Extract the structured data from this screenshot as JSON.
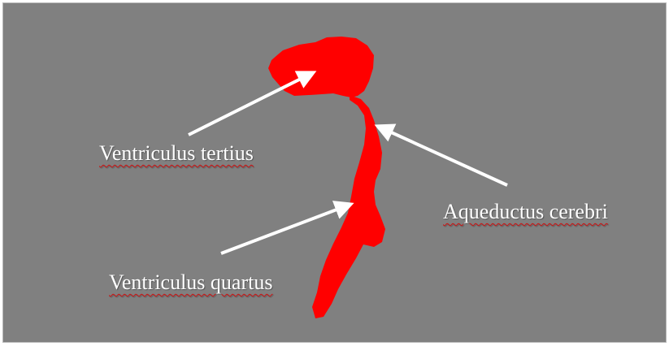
{
  "labels": {
    "ventriculus_tertius": "Ventriculus tertius",
    "aqueductus_cerebri": "Aqueductus cerebri",
    "ventriculus_quartus": "Ventriculus quartus"
  },
  "colors": {
    "background": "#808080",
    "structure": "#ff0000",
    "arrows": "#ffffff"
  }
}
